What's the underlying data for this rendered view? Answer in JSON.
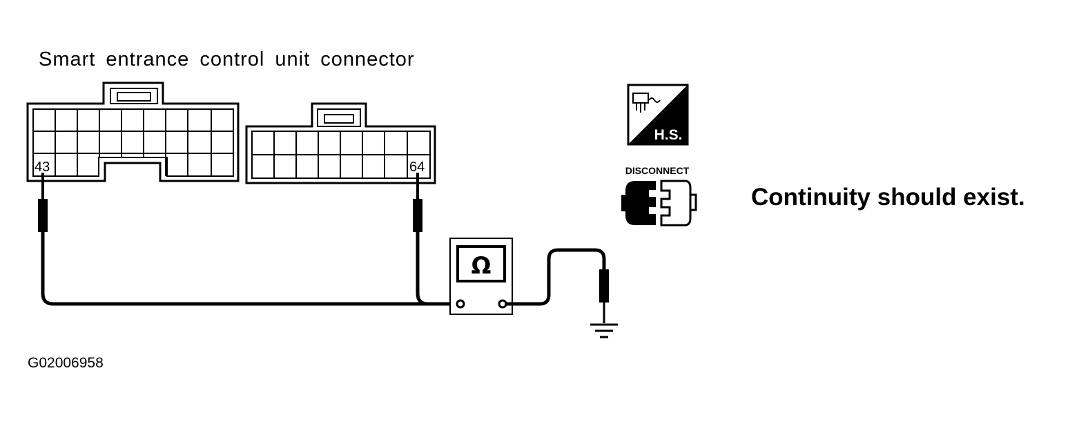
{
  "diagram": {
    "connector_title": "Smart entrance control unit connector",
    "terminal_a": "43",
    "terminal_b": "64",
    "meter_symbol": "Ω",
    "hs_badge": "H.S.",
    "disconnect_label": "DISCONNECT",
    "result_text": "Continuity should exist.",
    "figure_id": "G02006958"
  }
}
